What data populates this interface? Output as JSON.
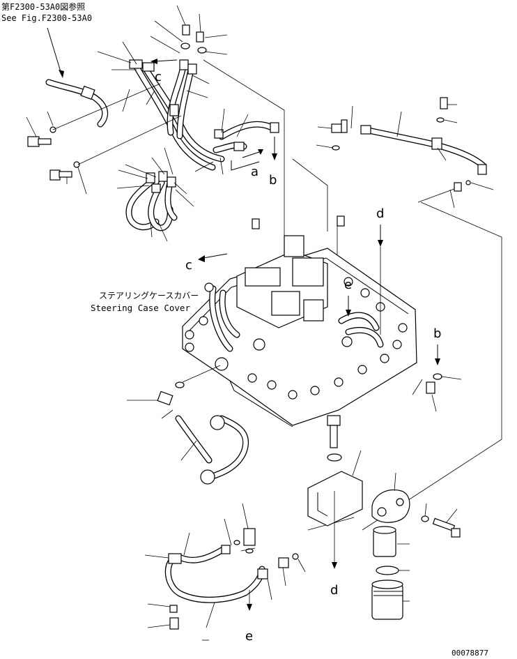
{
  "references": {
    "ref_jp": "第F2300-53A0図参照",
    "ref_en": "See Fig.F2300-53A0"
  },
  "labels": {
    "part_jp": "ステアリングケースカバー",
    "part_en": "Steering Case Cover"
  },
  "connection_letters": {
    "a": "a",
    "b": "b",
    "c": "c",
    "d": "d",
    "e": "e"
  },
  "drawing_number": "00078877"
}
